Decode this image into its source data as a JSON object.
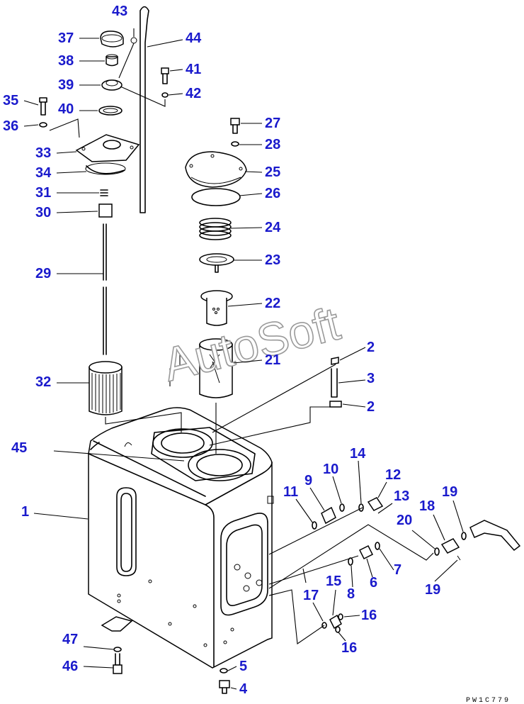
{
  "diagram": {
    "watermark": "AutoSoft",
    "drawing_code": "PW1C779",
    "callouts": [
      "1",
      "2",
      "2",
      "3",
      "4",
      "5",
      "6",
      "7",
      "8",
      "9",
      "10",
      "11",
      "12",
      "13",
      "14",
      "15",
      "16",
      "16",
      "17",
      "18",
      "19",
      "19",
      "20",
      "21",
      "22",
      "23",
      "24",
      "25",
      "26",
      "27",
      "28",
      "29",
      "30",
      "31",
      "32",
      "33",
      "34",
      "35",
      "36",
      "37",
      "38",
      "39",
      "40",
      "41",
      "42",
      "43",
      "44",
      "45",
      "46",
      "47"
    ]
  }
}
